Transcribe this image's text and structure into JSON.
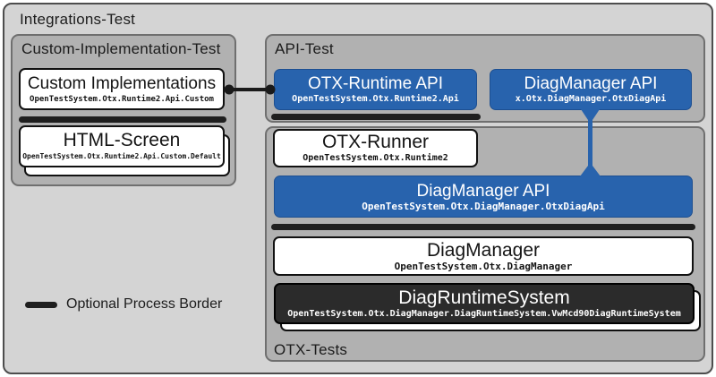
{
  "colors": {
    "outer_background": "#d4d4d4",
    "outer_border": "#4d4d4d",
    "container_background": "#b1b1b1",
    "container_border": "#6f6f6f",
    "node_blue": "#2863ad",
    "node_dark": "#2b2b2b",
    "node_white": "#ffffff",
    "process_border_bar": "#1f1f1f",
    "connector_black": "#1a1a1a",
    "connector_blue": "#2863ad"
  },
  "containers": {
    "integrations": {
      "title": "Integrations-Test"
    },
    "custom": {
      "title": "Custom-Implementation-Test"
    },
    "api": {
      "title": "API-Test"
    },
    "otx": {
      "title": "OTX-Tests"
    }
  },
  "nodes": {
    "custom_impl": {
      "title": "Custom Implementations",
      "subtitle": "OpenTestSystem.Otx.Runtime2.Api.Custom"
    },
    "html_screen": {
      "title": "HTML-Screen",
      "subtitle": "OpenTestSystem.Otx.Runtime2.Api.Custom.Default"
    },
    "otx_runtime_api": {
      "title": "OTX-Runtime API",
      "subtitle": "OpenTestSystem.Otx.Runtime2.Api"
    },
    "diag_manager_api_top": {
      "title": "DiagManager API",
      "subtitle": "x.Otx.DiagManager.OtxDiagApi"
    },
    "otx_runner": {
      "title": "OTX-Runner",
      "subtitle": "OpenTestSystem.Otx.Runtime2"
    },
    "diag_manager_api_inner": {
      "title": "DiagManager API",
      "subtitle": "OpenTestSystem.Otx.DiagManager.OtxDiagApi"
    },
    "diag_manager": {
      "title": "DiagManager",
      "subtitle": "OpenTestSystem.Otx.DiagManager"
    },
    "diag_runtime_system": {
      "title": "DiagRuntimeSystem",
      "subtitle": "OpenTestSystem.Otx.DiagManager.DiagRuntimeSystem.VwMcd90DiagRuntimeSystem"
    }
  },
  "legend": {
    "label": "Optional Process Border"
  }
}
